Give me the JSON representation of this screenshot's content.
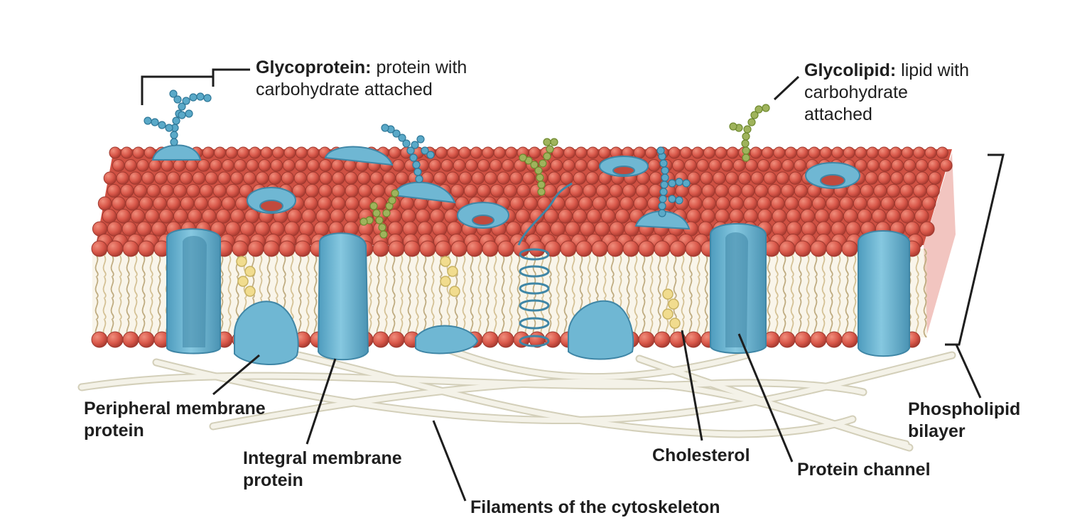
{
  "labels": {
    "glycoprotein": {
      "term": "Glycoprotein:",
      "line1": " protein with",
      "line2": "carbohydrate attached"
    },
    "glycolipid": {
      "term": "Glycolipid:",
      "line1": " lipid with",
      "line2": "carbohydrate",
      "line3": "attached"
    },
    "peripheral": {
      "line1": "Peripheral membrane",
      "line2": "protein"
    },
    "integral": {
      "line1": "Integral membrane",
      "line2": "protein"
    },
    "filaments": "Filaments of the cytoskeleton",
    "cholesterol": "Cholesterol",
    "protein_channel": "Protein channel",
    "phospholipid": {
      "line1": "Phospholipid",
      "line2": "bilayer"
    }
  },
  "colors": {
    "phospholipid_head": "#d9584a",
    "lipid_tail": "#b8a16e",
    "protein": "#6fb7d3",
    "protein_dark": "#3f86a6",
    "carbohydrate_on_protein": "#5aa9c8",
    "carbohydrate_on_lipid": "#9fb35c",
    "cholesterol": "#f1dc8e",
    "cytoskeleton": "#e9e6d6",
    "leader_line": "#1e1e1e"
  }
}
